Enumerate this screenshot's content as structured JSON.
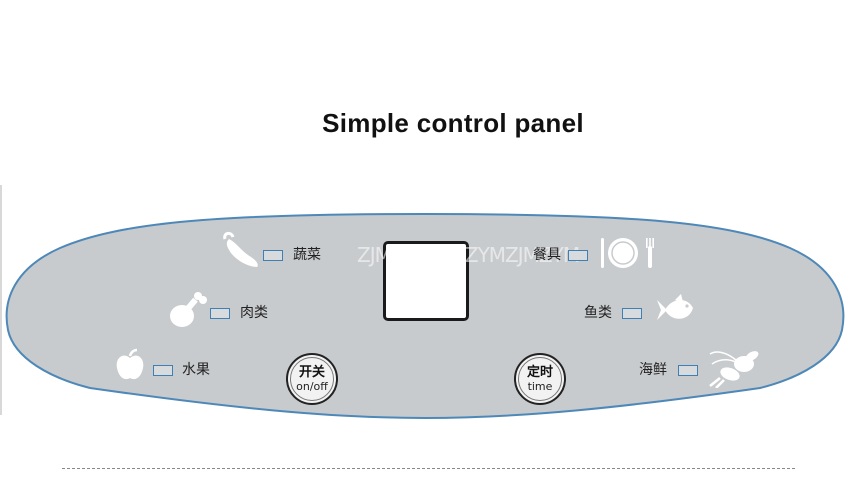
{
  "title": "Simple control panel",
  "watermark": "ZJMZYMZJMZYMZJMZYM",
  "left_functions": [
    {
      "label": "蔬菜",
      "icon": "chili-pepper-icon"
    },
    {
      "label": "肉类",
      "icon": "chicken-leg-icon"
    },
    {
      "label": "水果",
      "icon": "apple-icon"
    }
  ],
  "right_functions": [
    {
      "label": "餐具",
      "icon": "tableware-icon"
    },
    {
      "label": "鱼类",
      "icon": "fish-icon"
    },
    {
      "label": "海鲜",
      "icon": "lobster-icon"
    }
  ],
  "power_button": {
    "cn": "开关",
    "en": "on/off"
  },
  "timer_button": {
    "cn": "定时",
    "en": "time"
  },
  "colors": {
    "panel_fill": "#c8cbcd",
    "panel_border": "#4e88b8",
    "led_border": "#3f7fb3",
    "title": "#111111"
  }
}
